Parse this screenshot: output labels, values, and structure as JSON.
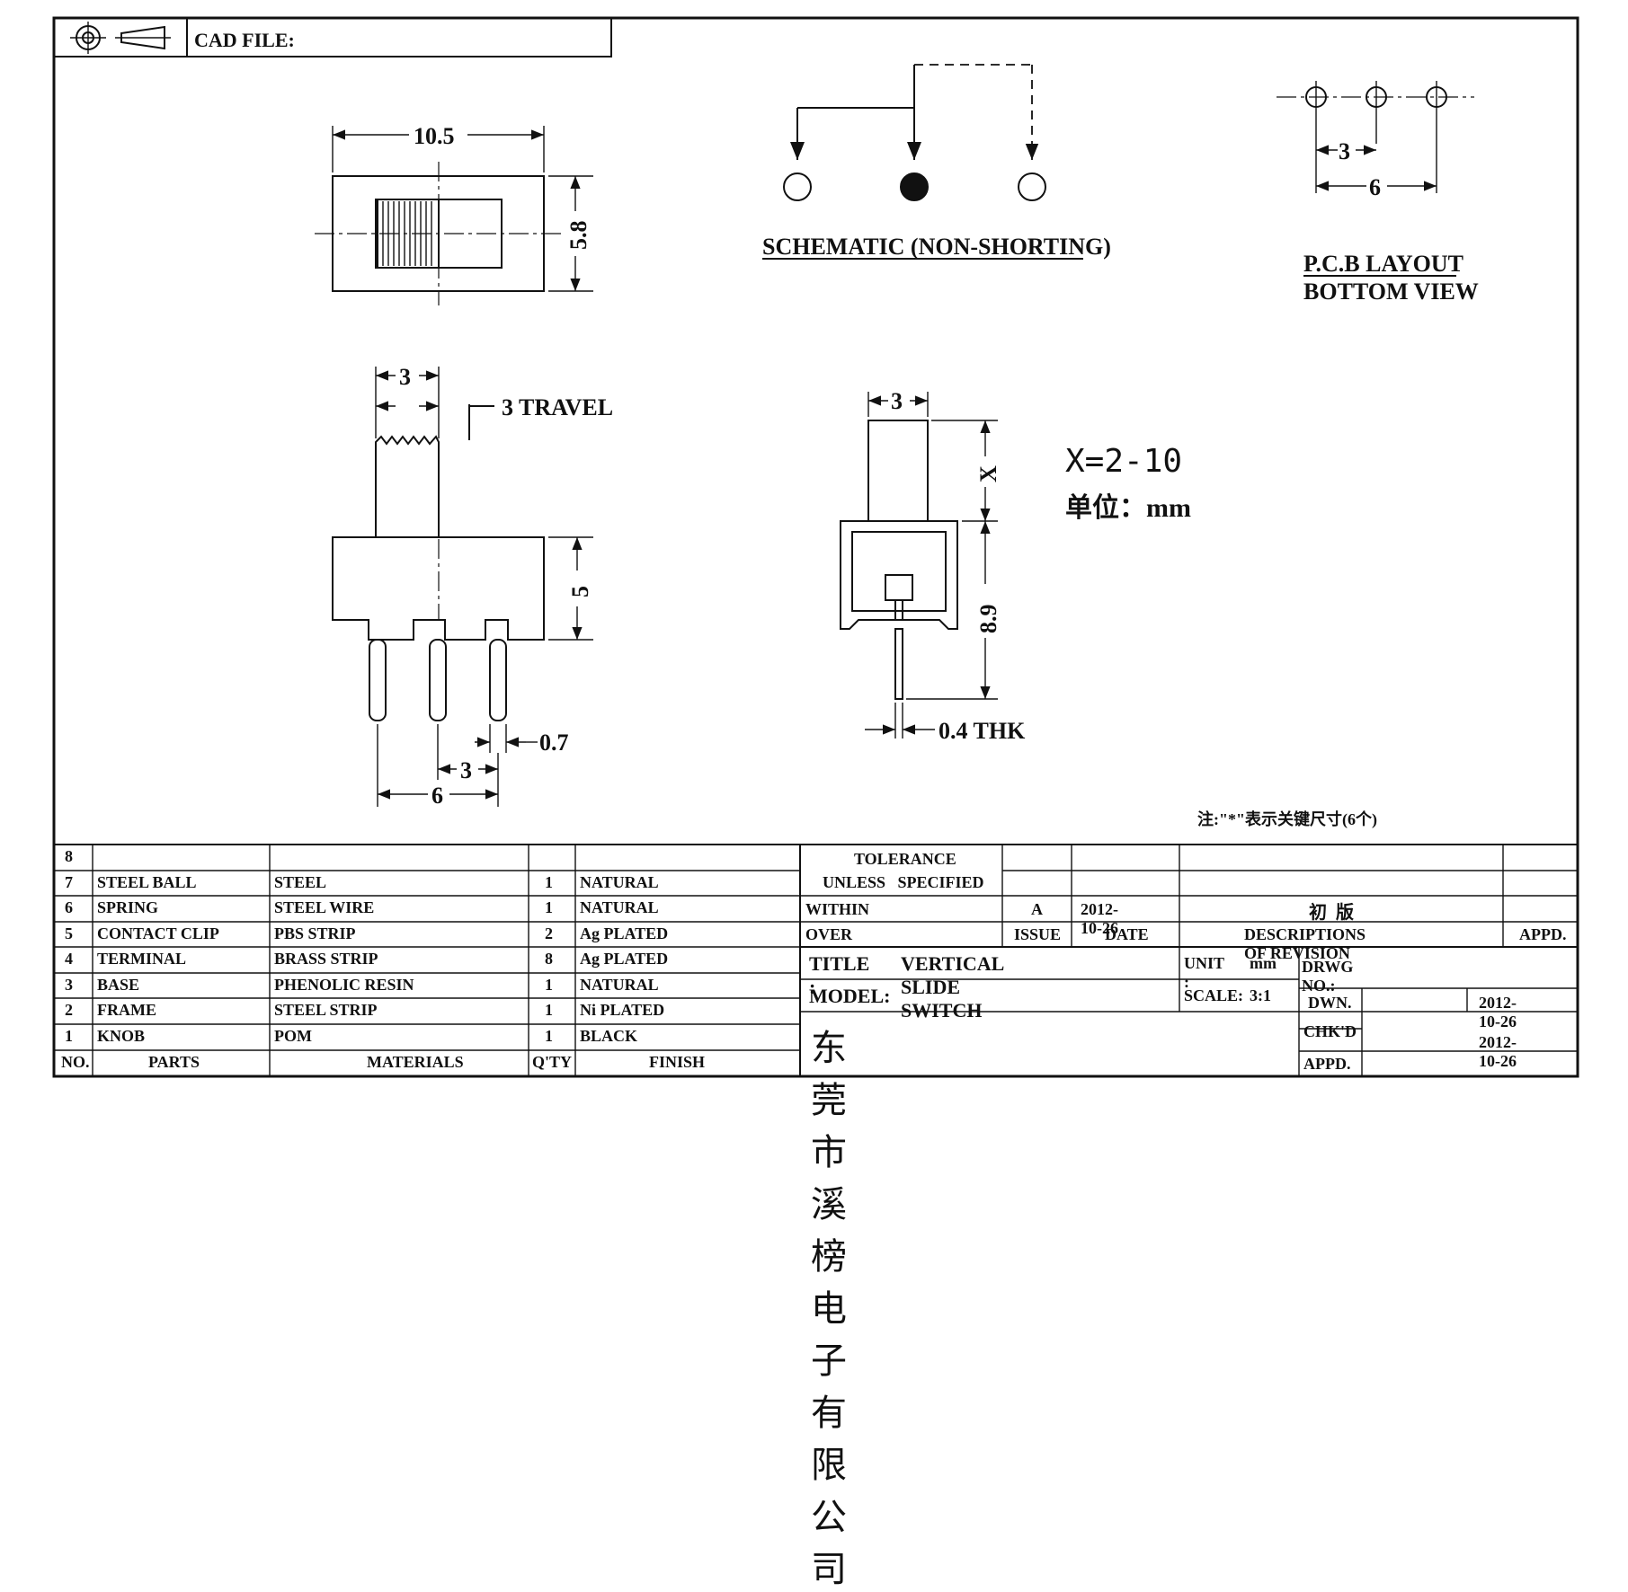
{
  "header": {
    "cad_file_label": "CAD FILE:"
  },
  "views": {
    "top_width": "10.5",
    "top_height": "5.8",
    "schematic_title": "SCHEMATIC (NON-SHORTING)",
    "pcb_title": "P.C.B LAYOUT",
    "pcb_subtitle": "BOTTOM VIEW",
    "pcb_pitch_3": "3",
    "pcb_pitch_6": "6",
    "front_knob_width": "3",
    "front_travel": "3 TRAVEL",
    "front_body_height": "5",
    "front_pin_width": "0.7",
    "front_pin_pitch_3": "3",
    "front_pin_pitch_6": "6",
    "side_knob_width": "3",
    "side_x": "X",
    "side_height": "8.9",
    "side_thk": "0.4 THK",
    "x_range": "X=2-10",
    "unit_note": "单位：mm",
    "key_note": "注:\"*\"表示关键尺寸(6个)"
  },
  "bom": {
    "rows": [
      {
        "no": "8",
        "part": "",
        "material": "",
        "qty": "",
        "finish": ""
      },
      {
        "no": "7",
        "part": "STEEL BALL",
        "material": "STEEL",
        "qty": "1",
        "finish": "NATURAL"
      },
      {
        "no": "6",
        "part": "SPRING",
        "material": "STEEL WIRE",
        "qty": "1",
        "finish": "NATURAL"
      },
      {
        "no": "5",
        "part": "CONTACT CLIP",
        "material": "PBS STRIP",
        "qty": "2",
        "finish": "Ag PLATED"
      },
      {
        "no": "4",
        "part": "TERMINAL",
        "material": "BRASS STRIP",
        "qty": "8",
        "finish": "Ag PLATED"
      },
      {
        "no": "3",
        "part": "BASE",
        "material": "PHENOLIC RESIN",
        "qty": "1",
        "finish": "NATURAL"
      },
      {
        "no": "2",
        "part": "FRAME",
        "material": "STEEL STRIP",
        "qty": "1",
        "finish": "Ni PLATED"
      },
      {
        "no": "1",
        "part": "KNOB",
        "material": "POM",
        "qty": "1",
        "finish": "BLACK"
      }
    ],
    "header": {
      "no": "NO.",
      "part": "PARTS",
      "material": "MATERIALS",
      "qty": "Q'TY",
      "finish": "FINISH"
    }
  },
  "title_block": {
    "tolerance": "TOLERANCE",
    "unless": "UNLESS   SPECIFIED",
    "within": "WITHIN",
    "over": "OVER",
    "issue_value": "A",
    "date_value": "2012-10-26",
    "revision_value": "初  版",
    "issue_label": "ISSUE",
    "date_label": "DATE",
    "desc_label": "DESCRIPTIONS OF REVISION",
    "appd_label": "APPD.",
    "title_label": "TITLE :",
    "title_value": "VERTICAL SLIDE SWITCH",
    "unit_label": "UNIT :",
    "unit_value": "mm",
    "drwg_label": "DRWG NO.:",
    "model_label": "MODEL:",
    "scale_label": "SCALE:",
    "scale_value": "3:1",
    "dwn_label": "DWN.",
    "dwn_date": "2012-10-26",
    "company": "东莞市溪榜电子有限公司",
    "chkd_label": "CHK'D",
    "chkd_date": "2012-10-26",
    "appd2_label": "APPD."
  }
}
